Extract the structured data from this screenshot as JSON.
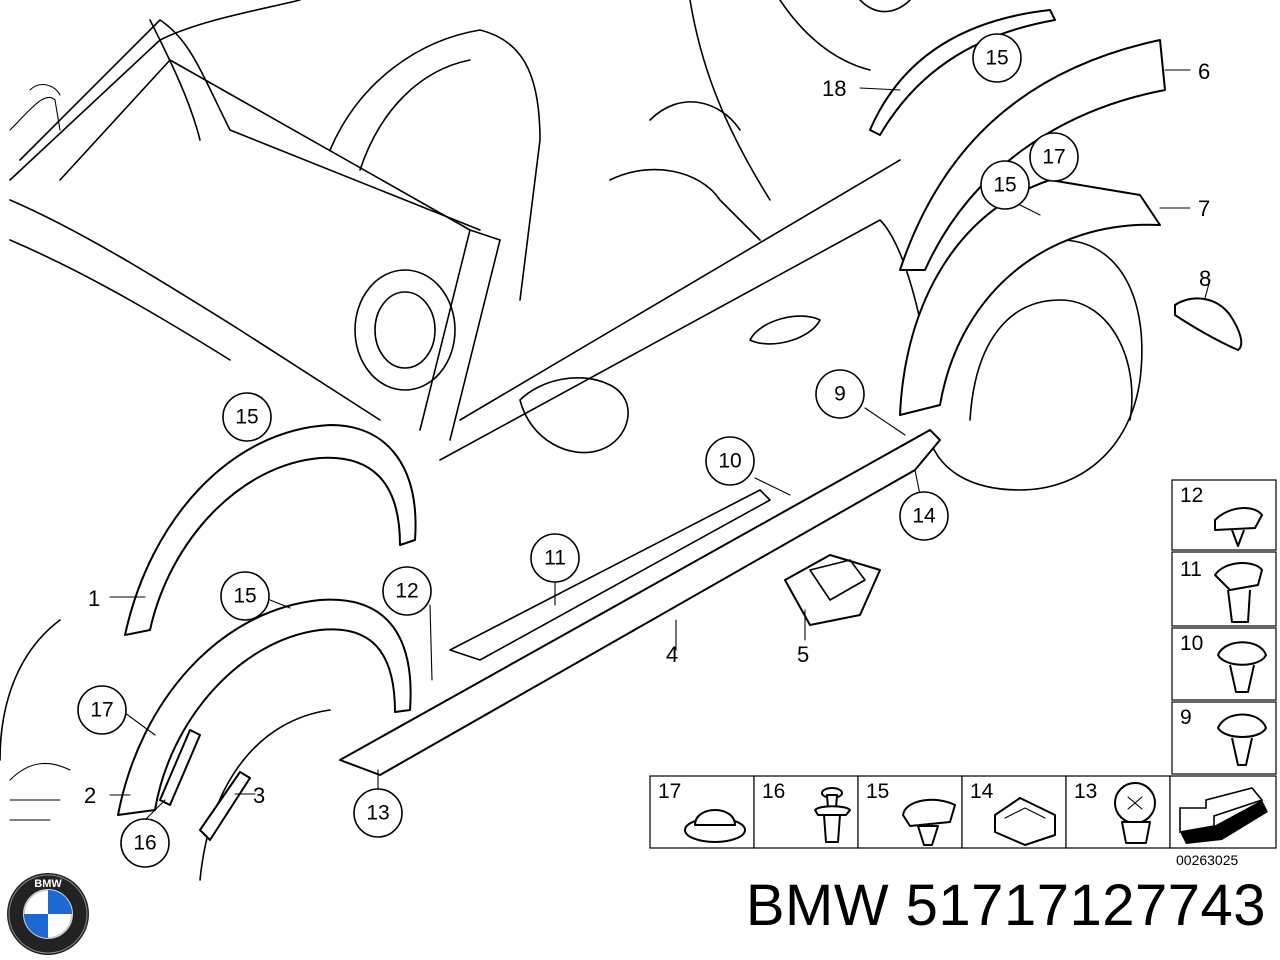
{
  "diagram": {
    "callouts": [
      {
        "id": "c15a",
        "num": "15"
      },
      {
        "id": "c18",
        "num": "18"
      },
      {
        "id": "c6",
        "num": "6"
      },
      {
        "id": "c17a",
        "num": "17"
      },
      {
        "id": "c15b",
        "num": "15"
      },
      {
        "id": "c7",
        "num": "7"
      },
      {
        "id": "c8",
        "num": "8"
      },
      {
        "id": "c9",
        "num": "9"
      },
      {
        "id": "c15c",
        "num": "15"
      },
      {
        "id": "c10",
        "num": "10"
      },
      {
        "id": "c14",
        "num": "14"
      },
      {
        "id": "c11",
        "num": "11"
      },
      {
        "id": "c1",
        "num": "1"
      },
      {
        "id": "c15d",
        "num": "15"
      },
      {
        "id": "c12",
        "num": "12"
      },
      {
        "id": "c4",
        "num": "4"
      },
      {
        "id": "c5",
        "num": "5"
      },
      {
        "id": "c17b",
        "num": "17"
      },
      {
        "id": "c2",
        "num": "2"
      },
      {
        "id": "c3",
        "num": "3"
      },
      {
        "id": "c13",
        "num": "13"
      },
      {
        "id": "c16",
        "num": "16"
      }
    ],
    "legend_right": [
      "12",
      "11",
      "10",
      "9"
    ],
    "legend_bottom": [
      "17",
      "16",
      "15",
      "14",
      "13"
    ]
  },
  "footer": {
    "code": "00263025",
    "title": "BMW 51717127743",
    "logo_letters": "BMW"
  }
}
